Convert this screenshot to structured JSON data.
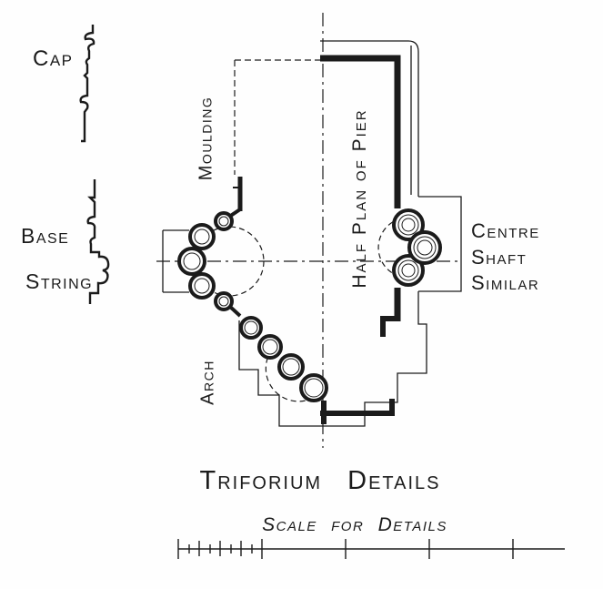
{
  "labels": {
    "cap": "Cap",
    "base": "Base",
    "string": "String",
    "moulding": "Moulding",
    "half_plan_of_pier": "Half Plan of Pier",
    "arch": "Arch",
    "centre_shaft": [
      "Centre",
      "Shaft",
      "Similar"
    ]
  },
  "title": "Triforium Details",
  "scale_label": "Scale for Details",
  "colors": {
    "ink": "#1b1b1b",
    "paper": "#fefefe"
  }
}
